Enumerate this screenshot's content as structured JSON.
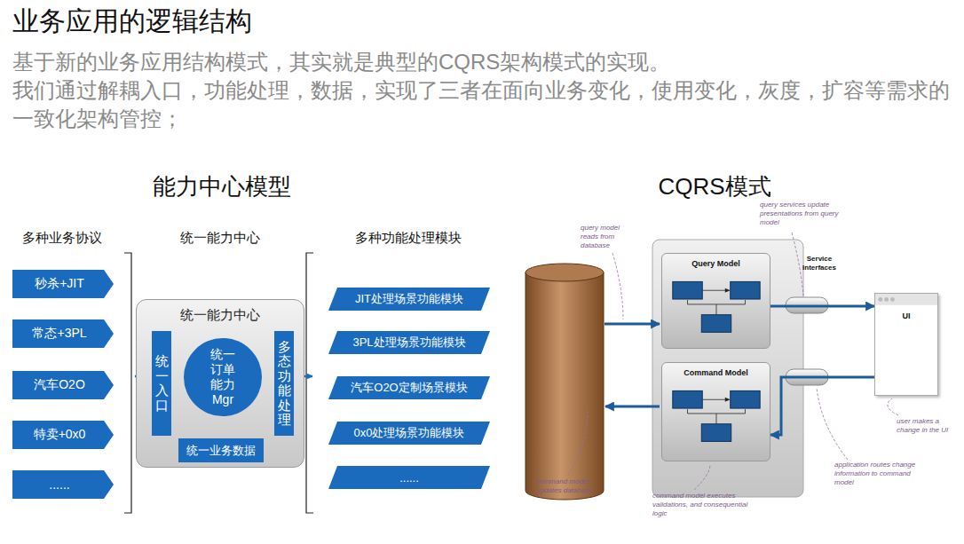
{
  "diagram": {
    "title": "业务应用的逻辑结构",
    "nodes": [
      {
        "text": [
          "秒杀+JIT"
        ]
      },
      {
        "text": [
          "常态+3PL"
        ]
      },
      {
        "text": [
          "汽车O2O"
        ]
      },
      {
        "text": [
          "特卖+0x0"
        ]
      },
      {
        "text": [
          "......"
        ]
      },
      {
        "text": [
          "统一能力中心"
        ]
      },
      {
        "text": [
          "统一入口"
        ],
        "in": 5
      },
      {
        "text": [
          "统一 订单 能力 Mgr"
        ],
        "in": 5
      },
      {
        "text": [
          "多态功能处理"
        ],
        "in": 5
      },
      {
        "text": [
          "统一业务数据"
        ],
        "in": 5
      },
      {
        "text": [
          "JIT处理场景功能模块"
        ]
      },
      {
        "text": [
          "3PL处理场景功能模块"
        ]
      },
      {
        "text": [
          "汽车O2O定制场景模块"
        ]
      },
      {
        "text": [
          "0x0处理场景功能模块"
        ]
      },
      {
        "text": [
          "......"
        ]
      },
      {
        "text": [
          "Query Model"
        ]
      },
      {
        "text": [
          "Command Model"
        ]
      },
      {
        "text": [
          "UI"
        ]
      }
    ],
    "edges": [
      {
        "from": 6,
        "to": 7,
        "arrow": "both"
      },
      {
        "from": 7,
        "to": 8,
        "arrow": "both"
      },
      {
        "from": 9,
        "to": 7,
        "arrow": "to"
      },
      {
        "from": 15,
        "to": 17,
        "arrow": "to"
      },
      {
        "from": 17,
        "to": 16,
        "arrow": "to"
      }
    ],
    "labels": [
      "基于新的业务应用结构模式，其实就是典型的CQRS架构模式的实现。",
      "我们通过解耦入口，功能处理，数据，实现了三者在面向业务变化，使用变化，灰度，扩容等需求的一致化架构管控；",
      "能力中心模型",
      "多种业务协议",
      "统一能力中心",
      "多种功能处理模块",
      "CQRS模式",
      "Service Interfaces",
      "query model reads from database",
      "query services update presentations from query model",
      "user makes a change in the UI",
      "application routes change information to command model",
      "command model executes validations, and consequential logic",
      "command model updates database"
    ]
  }
}
